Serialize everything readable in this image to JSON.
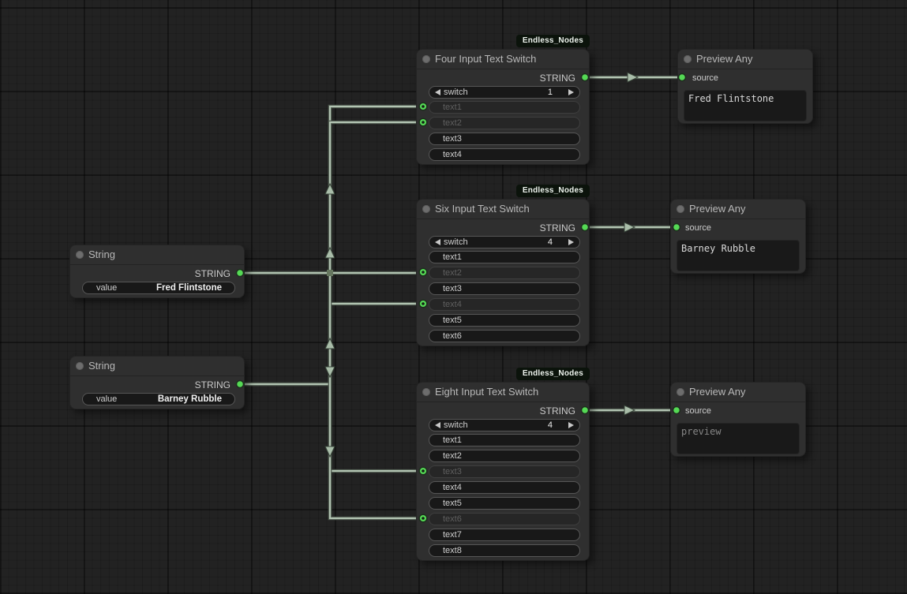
{
  "palette": {
    "canvas_bg": "#222222",
    "node_bg": "#2f2f2f",
    "slot_green": "#55d955",
    "wire": "#b2c4b2",
    "badge_bg": "#0b130b",
    "badge_text": "#eef4ee"
  },
  "badge_label": "Endless_Nodes",
  "nodes": {
    "string_fred": {
      "title": "String",
      "output_label": "STRING",
      "widget": {
        "label": "value",
        "value": "Fred Flintstone"
      }
    },
    "string_barney": {
      "title": "String",
      "output_label": "STRING",
      "widget": {
        "label": "value",
        "value": "Barney Rubble"
      }
    },
    "four_switch": {
      "title": "Four Input Text Switch",
      "output_label": "STRING",
      "switch": {
        "label": "switch",
        "value": "1"
      },
      "rows": [
        {
          "label": "text1",
          "connected": true
        },
        {
          "label": "text2",
          "connected": true
        },
        {
          "label": "text3",
          "connected": false
        },
        {
          "label": "text4",
          "connected": false
        }
      ]
    },
    "six_switch": {
      "title": "Six Input Text Switch",
      "output_label": "STRING",
      "switch": {
        "label": "switch",
        "value": "4"
      },
      "rows": [
        {
          "label": "text1",
          "connected": false
        },
        {
          "label": "text2",
          "connected": true
        },
        {
          "label": "text3",
          "connected": false
        },
        {
          "label": "text4",
          "connected": true
        },
        {
          "label": "text5",
          "connected": false
        },
        {
          "label": "text6",
          "connected": false
        }
      ]
    },
    "eight_switch": {
      "title": "Eight Input Text Switch",
      "output_label": "STRING",
      "switch": {
        "label": "switch",
        "value": "4"
      },
      "rows": [
        {
          "label": "text1",
          "connected": false
        },
        {
          "label": "text2",
          "connected": false
        },
        {
          "label": "text3",
          "connected": true
        },
        {
          "label": "text4",
          "connected": false
        },
        {
          "label": "text5",
          "connected": false
        },
        {
          "label": "text6",
          "connected": true
        },
        {
          "label": "text7",
          "connected": false
        },
        {
          "label": "text8",
          "connected": false
        }
      ]
    },
    "preview_top": {
      "title": "Preview Any",
      "input_label": "source",
      "content": "Fred Flintstone"
    },
    "preview_mid": {
      "title": "Preview Any",
      "input_label": "source",
      "content": "Barney Rubble"
    },
    "preview_bottom": {
      "title": "Preview Any",
      "input_label": "source",
      "content": "preview"
    }
  },
  "links": [
    {
      "from": "string_fred.STRING",
      "to": "four_switch.text1"
    },
    {
      "from": "string_barney.STRING",
      "to": "four_switch.text2"
    },
    {
      "from": "string_fred.STRING",
      "to": "six_switch.text2"
    },
    {
      "from": "string_barney.STRING",
      "to": "six_switch.text4"
    },
    {
      "from": "string_fred.STRING",
      "to": "eight_switch.text3"
    },
    {
      "from": "string_barney.STRING",
      "to": "eight_switch.text6"
    },
    {
      "from": "four_switch.STRING",
      "to": "preview_top.source"
    },
    {
      "from": "six_switch.STRING",
      "to": "preview_mid.source"
    },
    {
      "from": "eight_switch.STRING",
      "to": "preview_bottom.source"
    }
  ]
}
